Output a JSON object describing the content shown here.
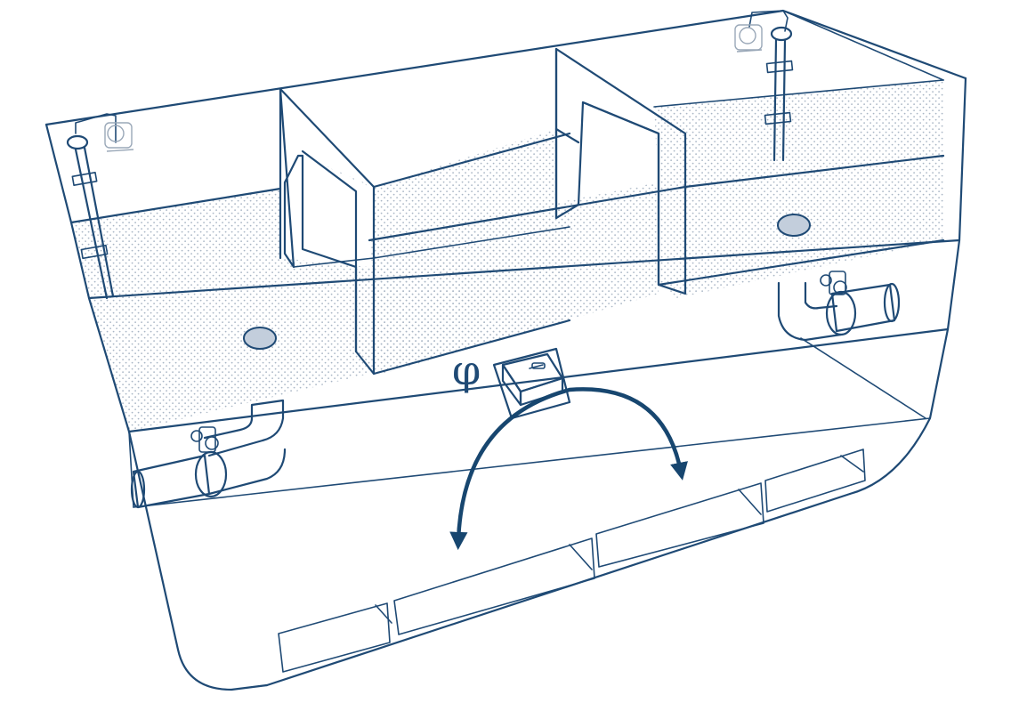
{
  "diagram": {
    "angle_symbol": "φ",
    "colors": {
      "line": "#1f4a75",
      "arrow": "#17466f",
      "water_dot": "#a9b6c5",
      "hole_fill": "#c3cedc",
      "faint_fixture": "#9aa8b8"
    },
    "icons": {
      "tank_hull": "ship-section-outline",
      "rotation_arrow": "curved-double-arrow",
      "sensor": "inclinometer-box",
      "valve": "pipe-valve",
      "level_gauge": "level-probe"
    }
  }
}
